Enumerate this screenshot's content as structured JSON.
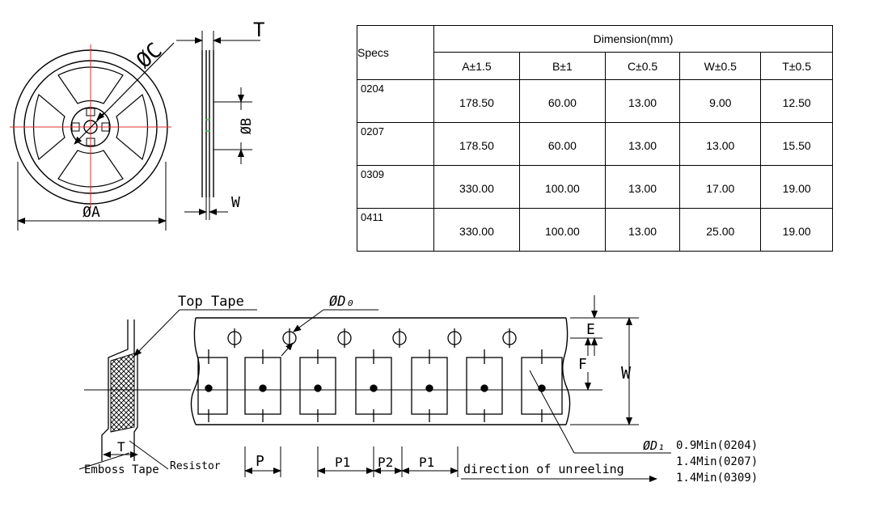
{
  "reel": {
    "labels": {
      "phi_c": "ØC",
      "t": "T",
      "phi_b": "ØB",
      "w": "W",
      "phi_a": "ØA"
    }
  },
  "table": {
    "specs_header": "Specs",
    "dimension_header": "Dimension(mm)",
    "columns": [
      "A±1.5",
      "B±1",
      "C±0.5",
      "W±0.5",
      "T±0.5"
    ],
    "rows": [
      {
        "spec": "0204",
        "values": [
          "178.50",
          "60.00",
          "13.00",
          "9.00",
          "12.50"
        ]
      },
      {
        "spec": "0207",
        "values": [
          "178.50",
          "60.00",
          "13.00",
          "13.00",
          "15.50"
        ]
      },
      {
        "spec": "0309",
        "values": [
          "330.00",
          "100.00",
          "13.00",
          "17.00",
          "19.00"
        ]
      },
      {
        "spec": "0411",
        "values": [
          "330.00",
          "100.00",
          "13.00",
          "25.00",
          "19.00"
        ]
      }
    ]
  },
  "tape": {
    "labels": {
      "top_tape": "Top Tape",
      "emboss_tape": "Emboss Tape",
      "resistor": "Resistor",
      "t": "T",
      "d0": "ØD₀",
      "d1": "ØD₁",
      "e": "E",
      "f": "F",
      "w": "W",
      "p": "P",
      "p1_a": "P1",
      "p2": "P2",
      "p1_b": "P1",
      "direction": "direction of unreeling"
    },
    "d1_notes": [
      "0.9Min(0204)",
      "1.4Min(0207)",
      "1.4Min(0309)"
    ]
  }
}
